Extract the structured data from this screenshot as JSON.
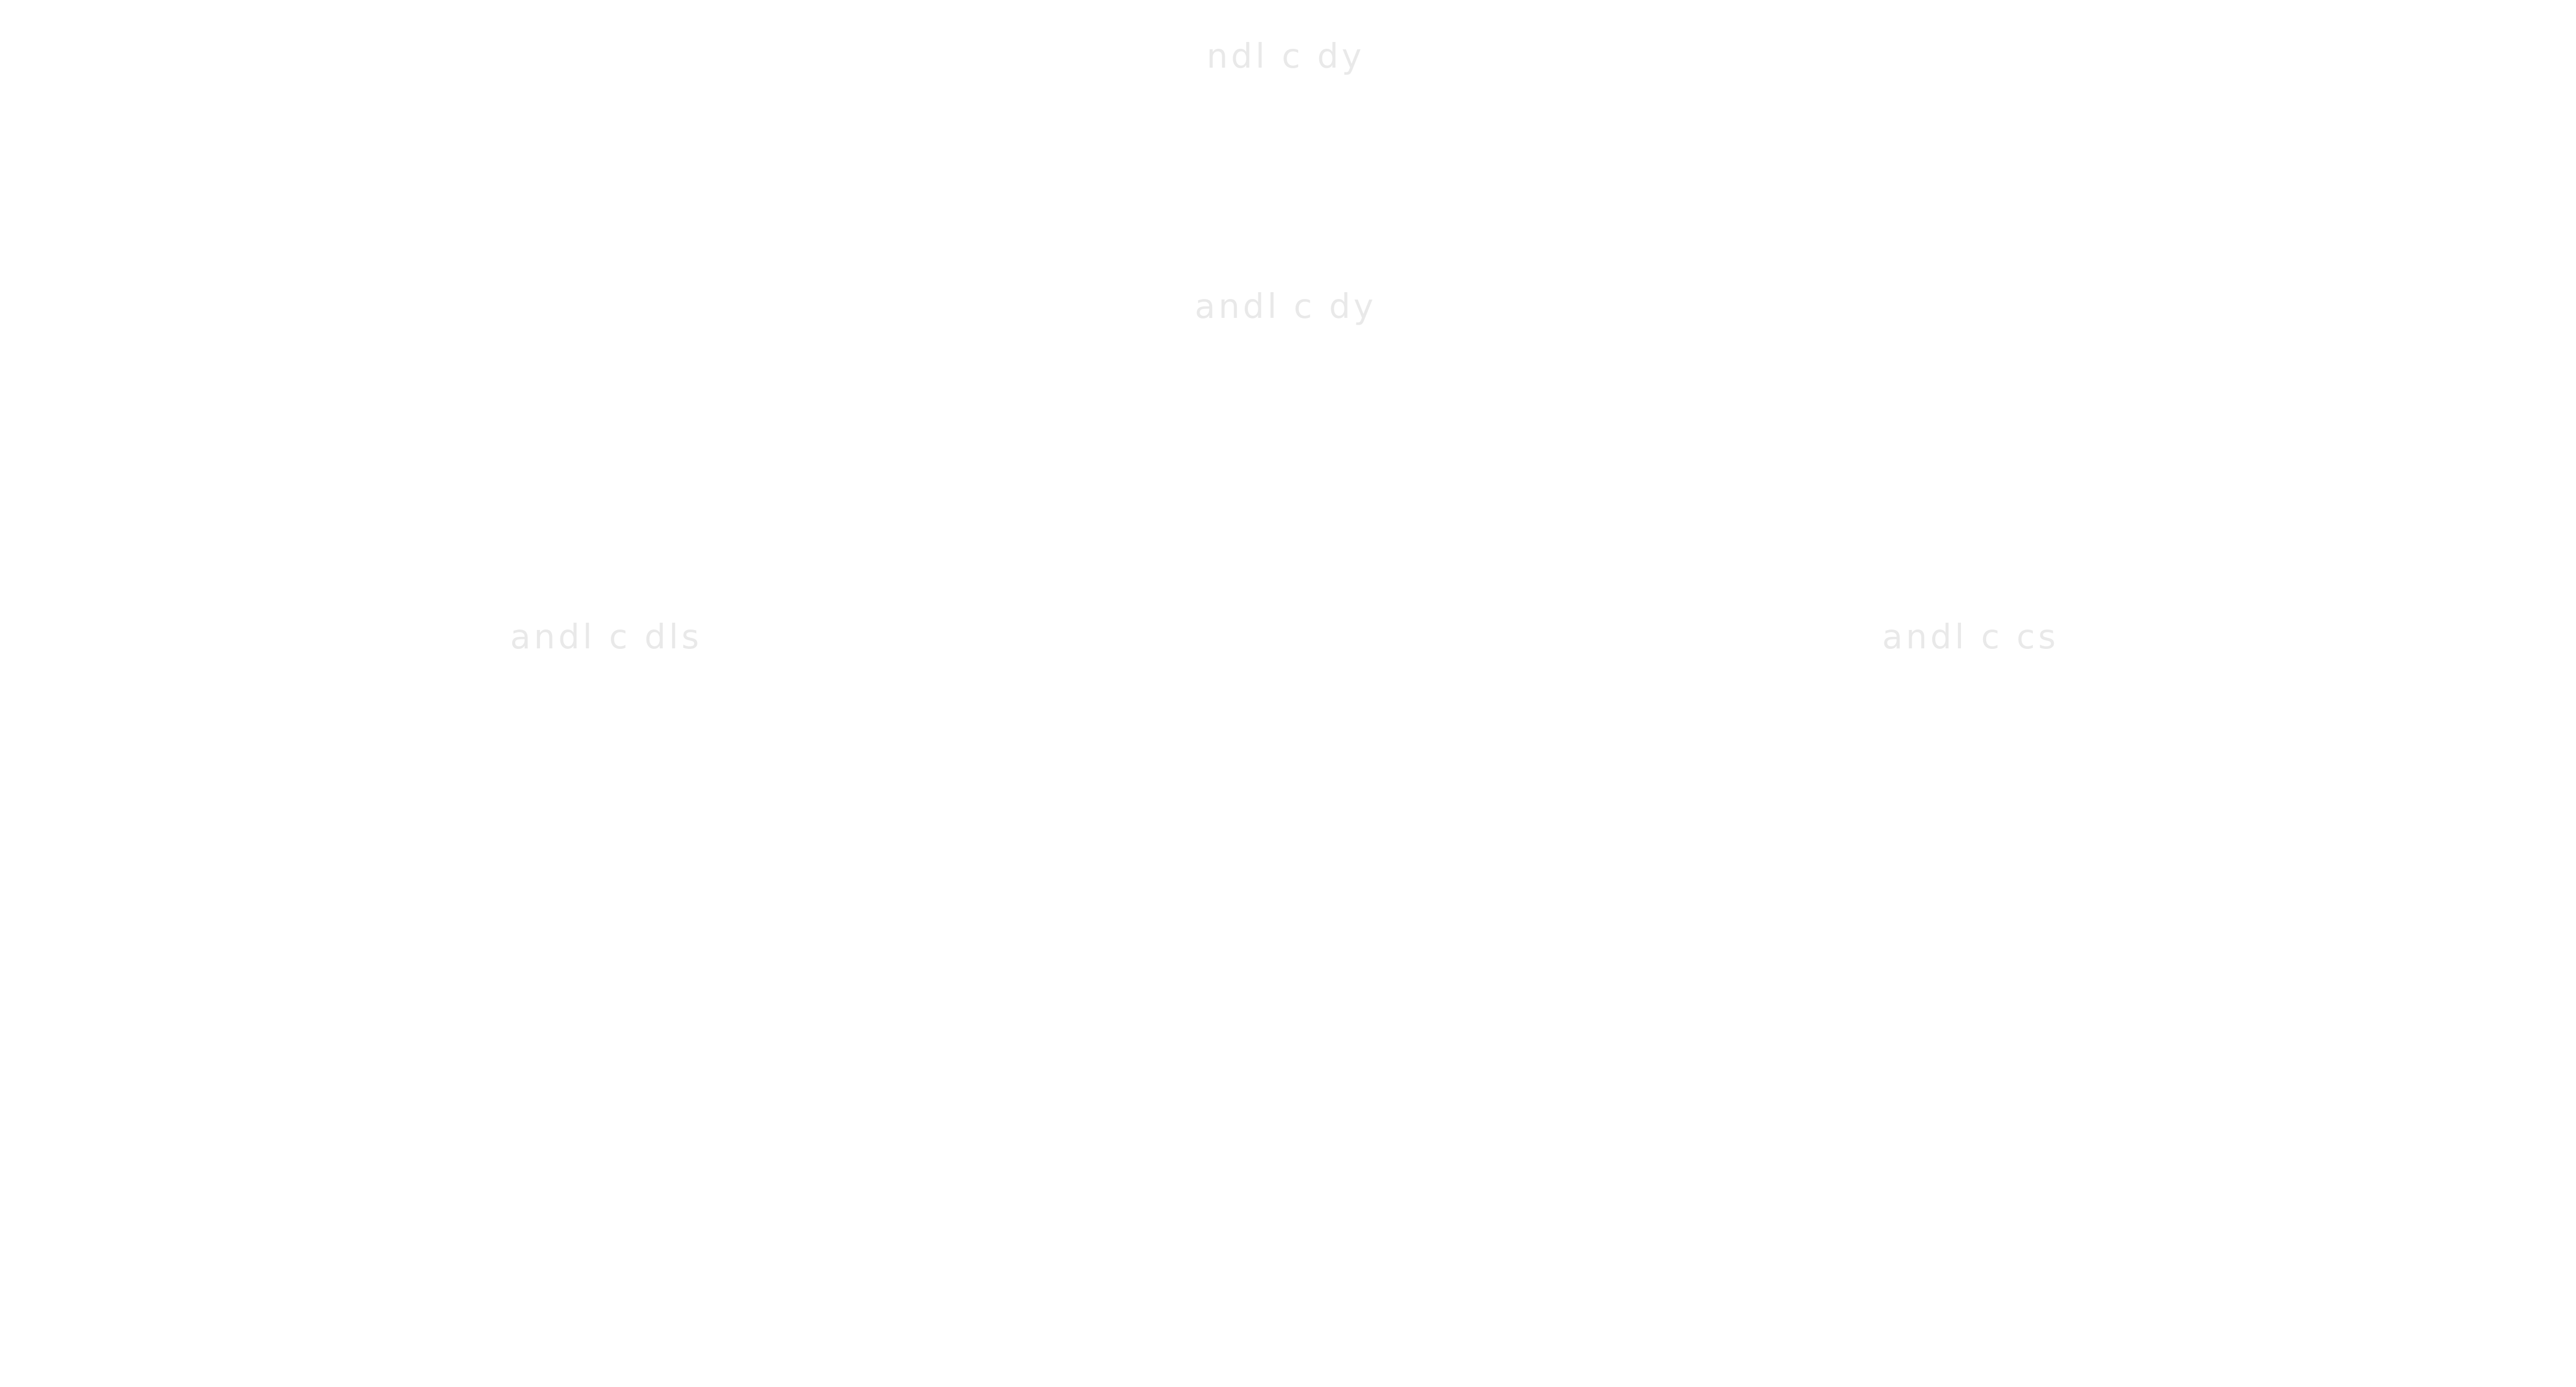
{
  "diagram": {
    "background_color": "#ffffff",
    "label_color": "#e9e9e9",
    "nodes": [
      {
        "id": "top",
        "label": "ndl c dy"
      },
      {
        "id": "second",
        "label": "andl c dy"
      },
      {
        "id": "left",
        "label": "andl c dls"
      },
      {
        "id": "right",
        "label": "andl c cs"
      }
    ]
  }
}
